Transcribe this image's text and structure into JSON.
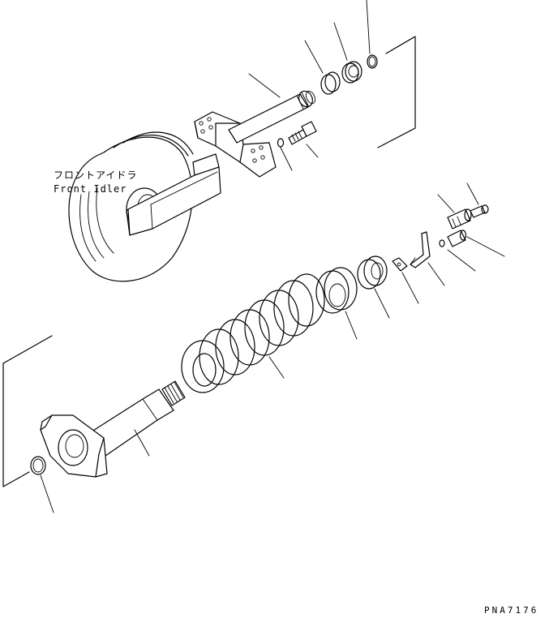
{
  "assembly_label": {
    "japanese": "フロントアイドラ",
    "english": "Front Idler"
  },
  "drawing_code": "PNA7176",
  "icons": {
    "idler_wheel": "front-idler-wheel-icon",
    "yoke": "idler-yoke-icon",
    "spring": "recoil-spring-icon",
    "rod": "recoil-rod-icon",
    "nut": "nut-icon",
    "bolt": "bolt-icon",
    "grease_fitting": "grease-fitting-icon"
  }
}
